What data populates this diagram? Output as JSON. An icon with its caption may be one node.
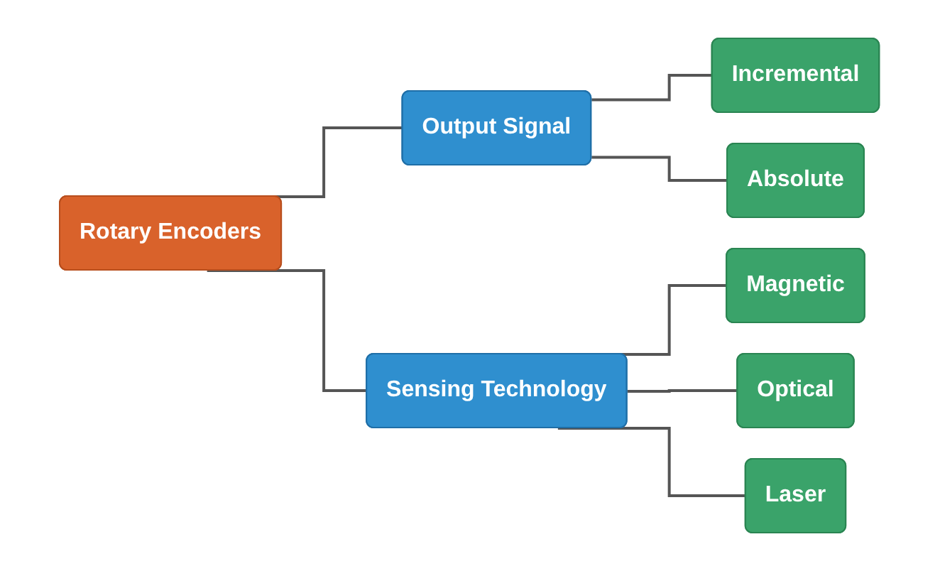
{
  "diagram": {
    "nodes": [
      {
        "text": [
          "Rotary Encoders"
        ]
      },
      {
        "text": [
          "Output Signal"
        ]
      },
      {
        "text": [
          "Sensing Technology"
        ]
      },
      {
        "text": [
          "Incremental"
        ]
      },
      {
        "text": [
          "Absolute"
        ]
      },
      {
        "text": [
          "Magnetic"
        ]
      },
      {
        "text": [
          "Optical"
        ]
      },
      {
        "text": [
          "Laser"
        ]
      }
    ],
    "edges": [
      {
        "from": 0,
        "to": 1,
        "arrow": "none"
      },
      {
        "from": 0,
        "to": 2,
        "arrow": "none"
      },
      {
        "from": 1,
        "to": 3,
        "arrow": "none"
      },
      {
        "from": 1,
        "to": 4,
        "arrow": "none"
      },
      {
        "from": 2,
        "to": 5,
        "arrow": "none"
      },
      {
        "from": 2,
        "to": 6,
        "arrow": "none"
      },
      {
        "from": 2,
        "to": 7,
        "arrow": "none"
      }
    ]
  }
}
